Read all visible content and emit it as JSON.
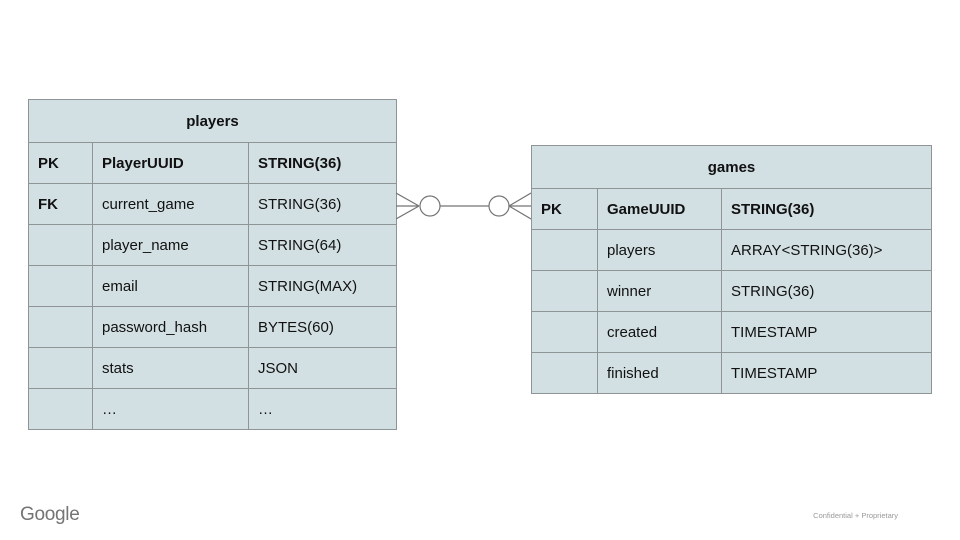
{
  "slide": {
    "footer_logo": "Google",
    "footer_note": "Confidential + Proprietary"
  },
  "colors": {
    "cell_fill": "#d3e0e3",
    "cell_border": "#8f9496",
    "connector_stroke": "#757575",
    "text": "#111111",
    "footer_gray": "#747474"
  },
  "relationship": {
    "from_table": "players",
    "from_column": "current_game",
    "to_table": "games",
    "to_column": "GameUUID",
    "left_marker": "zero-or-many",
    "right_marker": "zero-or-many"
  },
  "tables": {
    "players": {
      "title": "players",
      "rows": [
        {
          "key": "PK",
          "name": "PlayerUUID",
          "type": "STRING(36)"
        },
        {
          "key": "FK",
          "name": "current_game",
          "type": "STRING(36)"
        },
        {
          "key": "",
          "name": "player_name",
          "type": "STRING(64)"
        },
        {
          "key": "",
          "name": "email",
          "type": "STRING(MAX)"
        },
        {
          "key": "",
          "name": "password_hash",
          "type": "BYTES(60)"
        },
        {
          "key": "",
          "name": "stats",
          "type": "JSON"
        },
        {
          "key": "",
          "name": "…",
          "type": "…"
        }
      ]
    },
    "games": {
      "title": "games",
      "rows": [
        {
          "key": "PK",
          "name": "GameUUID",
          "type": "STRING(36)"
        },
        {
          "key": "",
          "name": "players",
          "type": "ARRAY<STRING(36)>"
        },
        {
          "key": "",
          "name": "winner",
          "type": "STRING(36)"
        },
        {
          "key": "",
          "name": "created",
          "type": "TIMESTAMP"
        },
        {
          "key": "",
          "name": "finished",
          "type": "TIMESTAMP"
        }
      ]
    }
  }
}
